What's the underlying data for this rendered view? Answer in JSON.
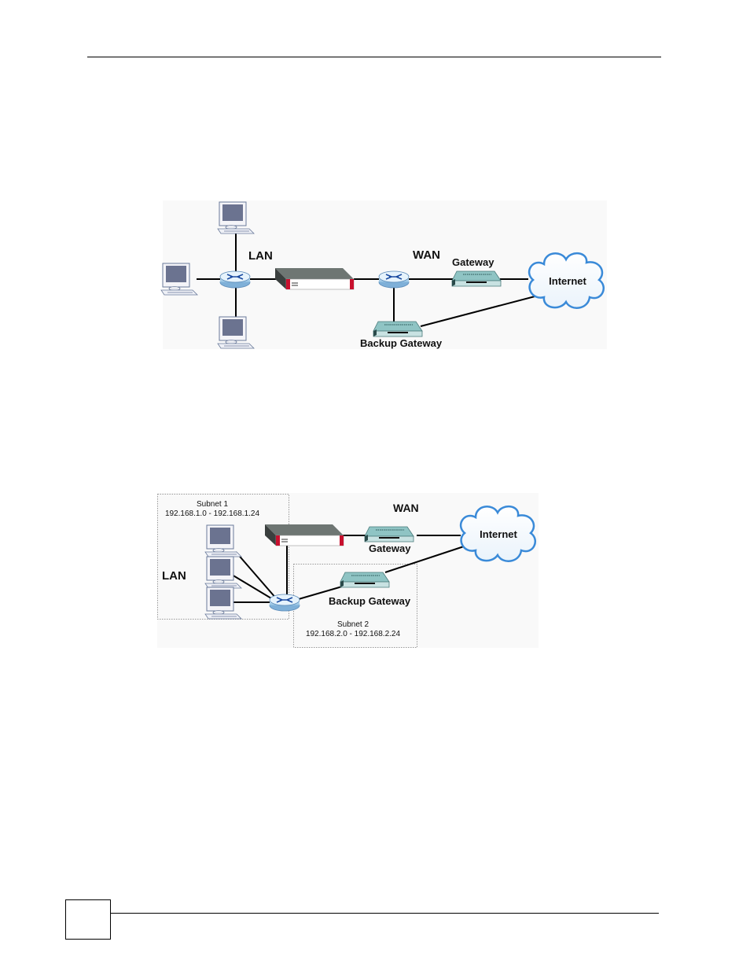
{
  "figure1": {
    "labels": {
      "lan": "LAN",
      "wan": "WAN",
      "gateway": "Gateway",
      "backup_gateway": "Backup Gateway",
      "internet": "Internet"
    }
  },
  "figure2": {
    "labels": {
      "lan": "LAN",
      "wan": "WAN",
      "gateway": "Gateway",
      "backup_gateway": "Backup Gateway",
      "internet": "Internet"
    },
    "subnet1": {
      "name": "Subnet 1",
      "range": "192.168.1.0 - 192.168.1.24"
    },
    "subnet2": {
      "name": "Subnet 2",
      "range": "192.168.2.0 - 192.168.2.24"
    }
  },
  "colors": {
    "device_red": "#c8102e",
    "cloud_blue": "#3a8ad8",
    "gateway_teal": "#8fc4c4"
  }
}
